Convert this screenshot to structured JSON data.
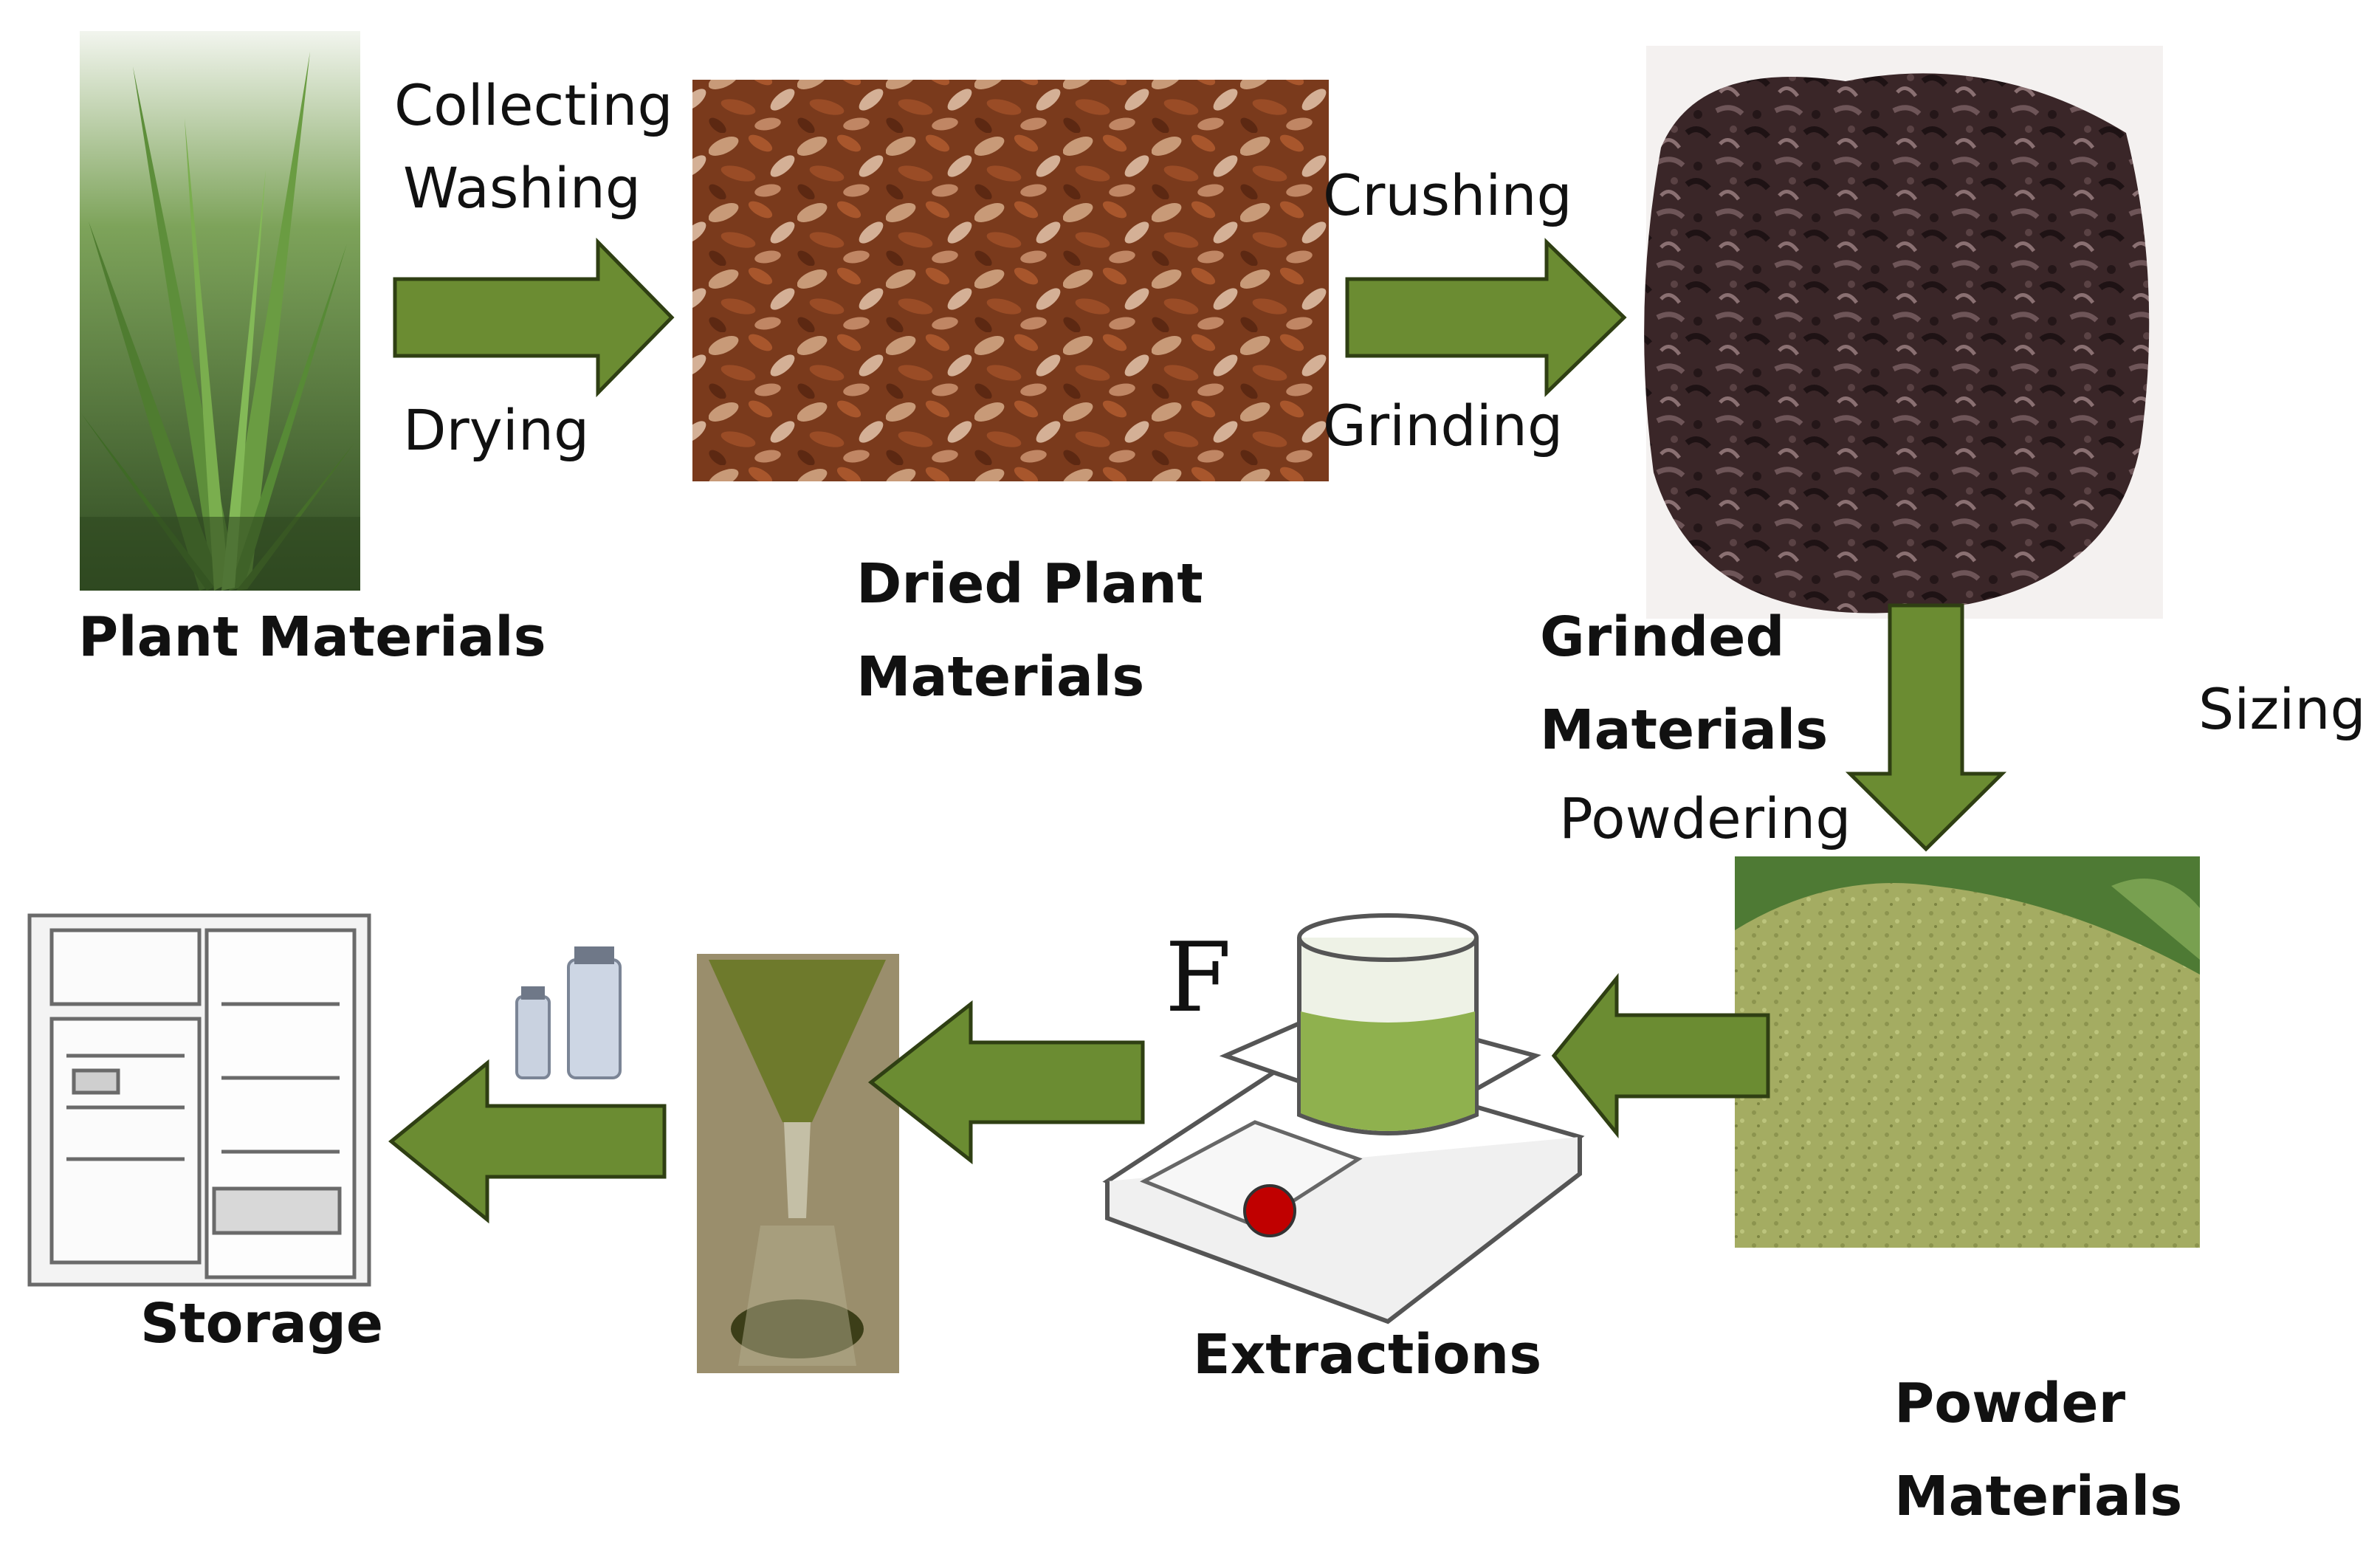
{
  "colors": {
    "arrow_fill": "#6b8c32",
    "arrow_stroke": "#2f3f13",
    "label_text": "#111111"
  },
  "steps": {
    "collecting": "Collecting",
    "washing": "Washing",
    "drying": "Drying",
    "crushing": "Crushing",
    "grinding": "Grinding",
    "sizing": "Sizing",
    "powdering": "Powdering"
  },
  "captions": {
    "plant_materials": "Plant Materials",
    "dried_plant_line1": "Dried Plant",
    "dried_plant_line2": "Materials",
    "grinded_line1": "Grinded",
    "grinded_line2": "Materials",
    "powder_line1": "Powder",
    "powder_line2": "Materials",
    "extractions": "Extractions",
    "storage": "Storage"
  },
  "stray_glyph": "F"
}
